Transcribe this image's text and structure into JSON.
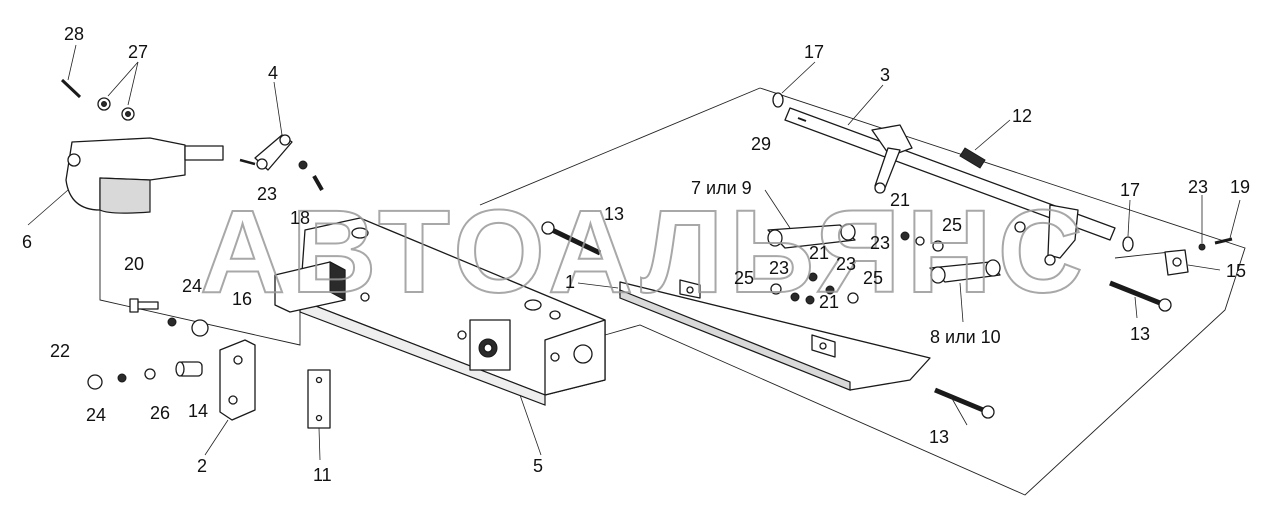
{
  "watermark": "АВТОАЛЬЯНС",
  "callouts": {
    "c1": "1",
    "c2": "2",
    "c3": "3",
    "c4": "4",
    "c5": "5",
    "c6": "6",
    "c7": "7 или 9",
    "c8": "8 или 10",
    "c11": "11",
    "c12": "12",
    "c13a": "13",
    "c13b": "13",
    "c13c": "13",
    "c14": "14",
    "c15": "15",
    "c16": "16",
    "c17a": "17",
    "c17b": "17",
    "c18": "18",
    "c19": "19",
    "c20": "20",
    "c21a": "21",
    "c21b": "21",
    "c21c": "21",
    "c22": "22",
    "c23a": "23",
    "c23b": "23",
    "c23c": "23",
    "c23d": "23",
    "c23e": "23",
    "c24a": "24",
    "c24b": "24",
    "c25a": "25",
    "c25b": "25",
    "c25c": "25",
    "c26": "26",
    "c27": "27",
    "c28": "28",
    "c29": "29"
  },
  "colors": {
    "line": "#1a1a1a",
    "shade": "#d9d9d9",
    "watermark": "#9a9a9a"
  }
}
